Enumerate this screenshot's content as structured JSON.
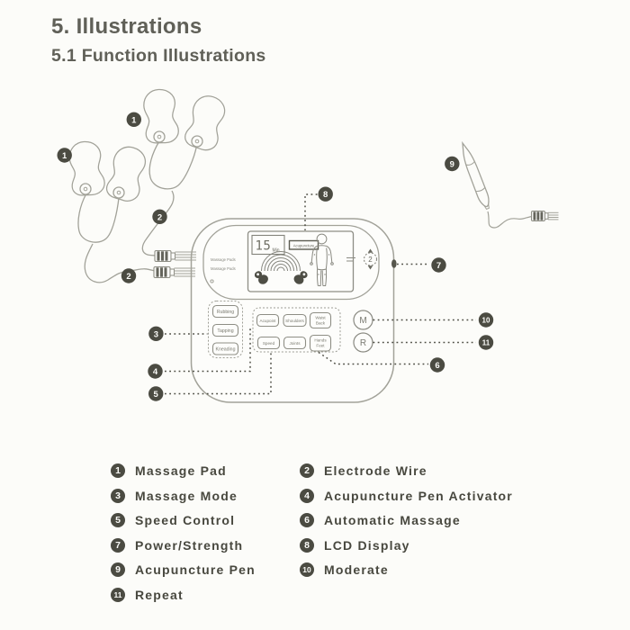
{
  "page": {
    "heading": "5. Illustrations",
    "subheading": "5.1 Function Illustrations"
  },
  "diagram": {
    "callouts": {
      "pad_pair_top": "1",
      "pad_pair_left": "1",
      "wire_top": "2",
      "wire_bottom": "2",
      "massage_mode": "3",
      "pen_activator": "4",
      "speed_control": "5",
      "automatic_massage": "6",
      "power_strength": "7",
      "lcd_display": "8",
      "acupuncture_pen": "9",
      "moderate": "10",
      "repeat": "11"
    },
    "device": {
      "lcd": {
        "timer_value": "15",
        "timer_unit": "Min",
        "mode_label": "Acupuncture"
      },
      "port_labels": [
        "Massage Pads",
        "Massage Pads"
      ],
      "knob_value": "2",
      "mode_buttons": [
        "Rubbing",
        "Tapping",
        "Kneading"
      ],
      "body_buttons": [
        [
          "Acupoint"
        ],
        [
          "Shoulders"
        ],
        [
          "Waist",
          "Back"
        ],
        [
          "Speed"
        ],
        [
          "Joints"
        ],
        [
          "Hands",
          "Feet"
        ]
      ],
      "m_button": "M",
      "r_button": "R"
    }
  },
  "legend": {
    "col1": [
      {
        "num": "1",
        "label": "Massage Pad"
      },
      {
        "num": "3",
        "label": "Massage Mode"
      },
      {
        "num": "5",
        "label": "Speed Control"
      },
      {
        "num": "7",
        "label": "Power/Strength"
      },
      {
        "num": "9",
        "label": "Acupuncture Pen"
      },
      {
        "num": "11",
        "label": "Repeat"
      }
    ],
    "col2": [
      {
        "num": "2",
        "label": "Electrode Wire"
      },
      {
        "num": "4",
        "label": "Acupuncture Pen Activator"
      },
      {
        "num": "6",
        "label": "Automatic Massage"
      },
      {
        "num": "8",
        "label": "LCD Display"
      },
      {
        "num": "10",
        "label": "Moderate"
      }
    ]
  }
}
